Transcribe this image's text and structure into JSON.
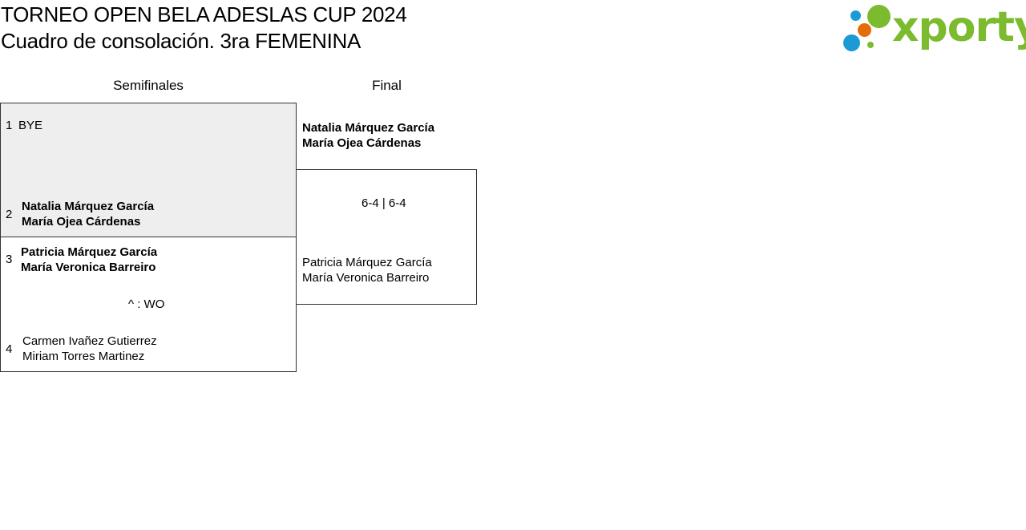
{
  "header": {
    "title_line1": "TORNEO OPEN BELA ADESLAS CUP 2024",
    "title_line2": "Cuadro de consolación. 3ra FEMENINA"
  },
  "logo": {
    "text": "xporty",
    "brand_color": "#7bbb2d",
    "dot_colors": [
      "#1b9ad6",
      "#e46c0a",
      "#7bbb2d"
    ]
  },
  "rounds": {
    "semifinal_label": "Semifinales",
    "final_label": "Final"
  },
  "semifinal_1": {
    "slot_1": {
      "seed": "1",
      "line1": "BYE"
    },
    "slot_2": {
      "seed": "2",
      "line1": "Natalia Márquez García",
      "line2": "María Ojea Cárdenas"
    }
  },
  "semifinal_2": {
    "slot_1": {
      "seed": "3",
      "line1": "Patricia Márquez García",
      "line2": "María Veronica Barreiro"
    },
    "result": "^ : WO",
    "slot_2": {
      "seed": "4",
      "line1": "Carmen Ivañez Gutierrez",
      "line2": "Miriam Torres Martinez"
    }
  },
  "final": {
    "top": {
      "line1": "Natalia Márquez García",
      "line2": "María Ojea Cárdenas"
    },
    "score": "6-4 | 6-4",
    "bottom": {
      "line1": "Patricia Márquez García",
      "line2": "María Veronica Barreiro"
    }
  }
}
